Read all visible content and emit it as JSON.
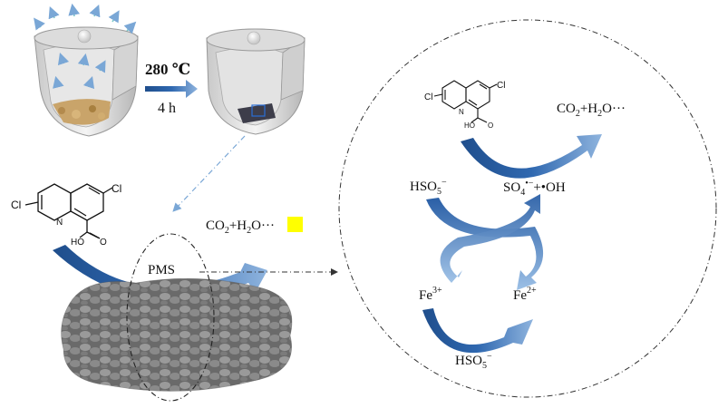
{
  "reactor": {
    "temperature": "280 ℃",
    "duration": "4 h"
  },
  "molecule": {
    "cl_ring_label": "Cl",
    "cl_top_label": "Cl",
    "n_label": "N",
    "oh_label": "HO",
    "o_label": "O"
  },
  "left_panel": {
    "catalyst_label": "PMS",
    "product_prefix": "CO",
    "product_sub": "2",
    "product_mid": "+H",
    "product_sub2": "2",
    "product_suffix": "O",
    "product_ellipsis": "···"
  },
  "mechanism": {
    "product_prefix": "CO",
    "product_sub": "2",
    "product_mid": "+H",
    "product_sub2": "2",
    "product_suffix": "O···",
    "hso5_top": "HSO",
    "hso5_top_sub": "5",
    "hso5_top_sup": "−",
    "so4_radical": "SO",
    "so4_sub": "4",
    "so4_sup": "•−",
    "oh_radical": "+•OH",
    "fe3": "Fe",
    "fe3_sup": "3+",
    "fe2": "Fe",
    "fe2_sup": "2+",
    "hso5_bottom": "HSO",
    "hso5_bottom_sub": "5",
    "hso5_bottom_sup": "−"
  },
  "colors": {
    "arrow_dark": "#1f4e8c",
    "arrow_light": "#8fb4de",
    "highlight": "#ffff00",
    "dashed_line": "#7aa7d6"
  }
}
